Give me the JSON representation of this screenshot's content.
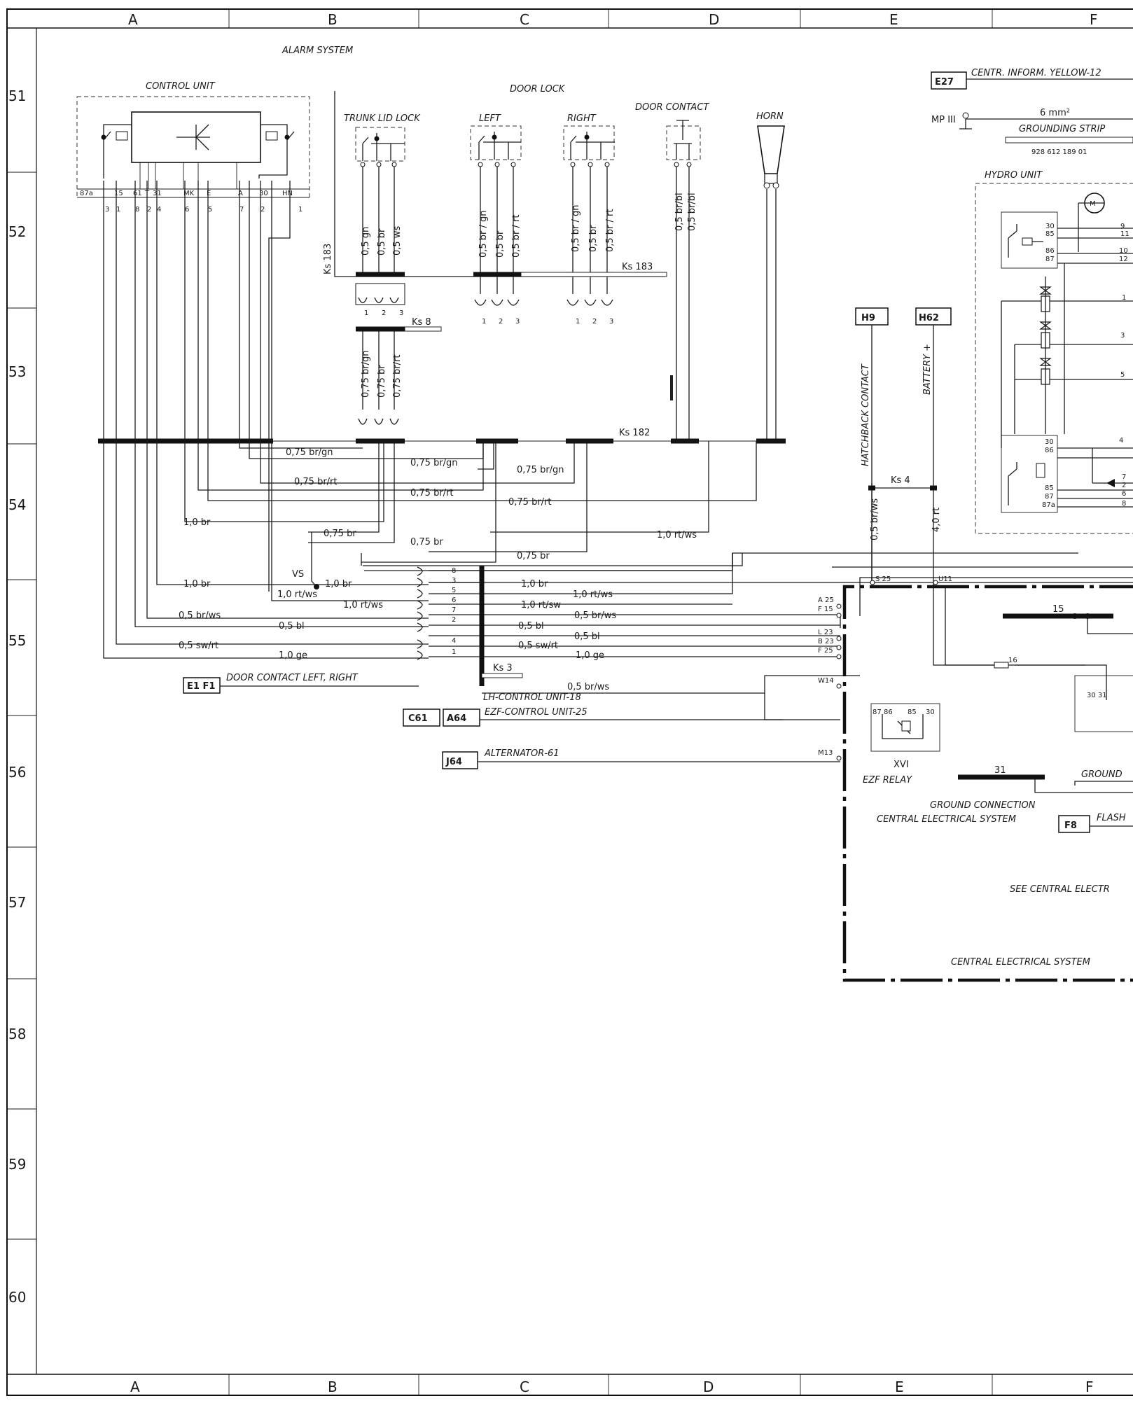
{
  "grid": {
    "columns": [
      "A",
      "B",
      "C",
      "D",
      "E",
      "F"
    ],
    "rows": [
      "51",
      "52",
      "53",
      "54",
      "55",
      "56",
      "57",
      "58",
      "59",
      "60"
    ]
  },
  "titles": {
    "alarm_system": "ALARM SYSTEM",
    "control_unit": "CONTROL UNIT",
    "door_lock": "DOOR LOCK",
    "trunk_lid_lock": "TRUNK LID LOCK",
    "left": "LEFT",
    "right": "RIGHT",
    "door_contact": "DOOR CONTACT",
    "horn": "HORN",
    "hydro_unit": "HYDRO UNIT",
    "grounding_strip": "GROUNDING STRIP",
    "grounding_part_no": "928 612 189 01",
    "mp": "MP III",
    "mm2": "6 mm²",
    "hatchback": "HATCHBACK CONTACT",
    "battery": "BATTERY +",
    "ezf_relay": "EZF RELAY",
    "relay_no": "XVI",
    "ground_connection": "GROUND CONNECTION",
    "central_electrical_system": "CENTRAL ELECTRICAL SYSTEM",
    "see_central": "SEE CENTRAL ELECTR",
    "central_bottom": "CENTRAL ELECTRICAL SYSTEM",
    "ground_short": "GROUND",
    "vs": "VS"
  },
  "refs": [
    {
      "code": "E27",
      "text": "CENTR. INFORM. YELLOW-12"
    },
    {
      "code": "H9",
      "text": ""
    },
    {
      "code": "H62",
      "text": ""
    },
    {
      "code": "E1 F1",
      "text": "DOOR CONTACT LEFT, RIGHT"
    },
    {
      "code": "C61",
      "text": ""
    },
    {
      "code": "A64",
      "text": "EZF-CONTROL UNIT-25"
    },
    {
      "code": "J64",
      "text": "ALTERNATOR-61"
    },
    {
      "code": "F8",
      "text": "FLASH"
    }
  ],
  "lh_control_unit": "LH-CONTROL UNIT-18",
  "control_pins_top": [
    "87a",
    "15",
    "61",
    "T",
    "31",
    "MK",
    "E",
    "A",
    "30",
    "HN"
  ],
  "control_pins_bottom": [
    "3",
    "1",
    "8",
    "2",
    "4",
    "6",
    "5",
    "7",
    "2",
    "1"
  ],
  "splices": {
    "ks183": "Ks 183",
    "ks8": "Ks 8",
    "ks182": "Ks 182",
    "ks4": "Ks 4",
    "ks3": "Ks 3"
  },
  "vertical_wires": {
    "trunk_upper": [
      "0,5 gn",
      "0,5 br",
      "0,5 ws"
    ],
    "trunk_lower": [
      "0,75 br/gn",
      "0,75 br",
      "0,75 br/rt"
    ],
    "left": [
      "0,5 br / gn",
      "0,5 br",
      "0,5 br / rt"
    ],
    "right": [
      "0,5 br / gn",
      "0,5 br",
      "0,5 br / rt"
    ],
    "door_contact": [
      "0,5 br/bl",
      "0,5 br/bl"
    ],
    "hatch": "0,5 br/ws",
    "battery": "4,0 rt"
  },
  "wire_labels": [
    "0,75 br/gn",
    "0,75 br/gn",
    "0,75 br/gn",
    "0,75 br/rt",
    "0,75 br/rt",
    "0,75 br/rt",
    "1,0 br",
    "0,75 br",
    "0,75 br",
    "0,75 br",
    "1,0 rt/ws",
    "1,0 br",
    "1,0 br",
    "1,0 br",
    "1,0 rt/ws",
    "1,0 rt/ws",
    "1,0 rt/ws",
    "1,0 rt/sw",
    "0,5 br/ws",
    "0,5 br/ws",
    "0,5 bl",
    "0,5 bl",
    "0,5 bl",
    "0,5 sw/rt",
    "0,5 sw/rt",
    "1,0 ge",
    "1,0 ge",
    "0,5 br/ws"
  ],
  "connector_pins": [
    "8",
    "3",
    "5",
    "6",
    "7",
    "2",
    "4",
    "1"
  ],
  "ce_terminals": [
    "S 25",
    "U11",
    "A 25",
    "F 15",
    "L 23",
    "B 23",
    "F 25",
    "W14",
    "M13"
  ],
  "relay_pins": [
    "87",
    "86",
    "85",
    "30"
  ],
  "ce_numbers": {
    "n15": "15",
    "n16": "16",
    "n31": "31"
  },
  "hydro_pins": [
    "30",
    "85",
    "86",
    "87",
    "9",
    "11",
    "10",
    "12",
    "1",
    "3",
    "5",
    "4",
    "30",
    "86",
    "85",
    "87",
    "87a",
    "7",
    "2",
    "6",
    "8"
  ],
  "ground_pins": "30 31"
}
